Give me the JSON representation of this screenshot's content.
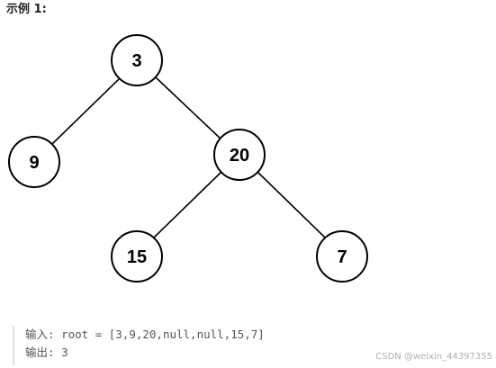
{
  "heading": "示例 1:",
  "tree": {
    "nodes": [
      {
        "id": "n3",
        "label": "3"
      },
      {
        "id": "n9",
        "label": "9"
      },
      {
        "id": "n20",
        "label": "20"
      },
      {
        "id": "n15",
        "label": "15"
      },
      {
        "id": "n7",
        "label": "7"
      }
    ],
    "edges": [
      {
        "from": "n3",
        "to": "n9"
      },
      {
        "from": "n3",
        "to": "n20"
      },
      {
        "from": "n20",
        "to": "n15"
      },
      {
        "from": "n20",
        "to": "n7"
      }
    ]
  },
  "example": {
    "input_label": "输入:",
    "input_value": "root = [3,9,20,null,null,15,7]",
    "output_label": "输出:",
    "output_value": "3"
  },
  "watermark": "CSDN @weixin_44397355"
}
